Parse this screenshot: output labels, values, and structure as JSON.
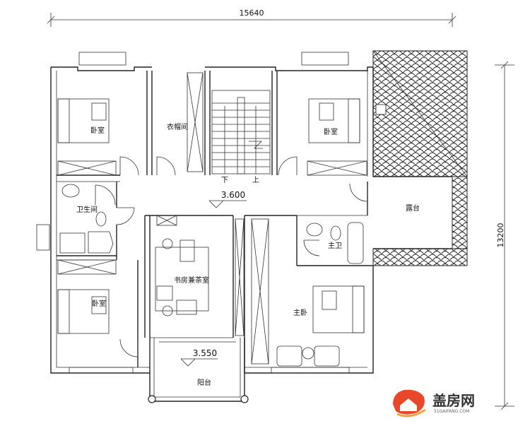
{
  "dimensions": {
    "width": "15640",
    "height": "13200"
  },
  "rooms": {
    "bedroom_nw": "卧室",
    "wardrobe": "衣帽间",
    "bedroom_ne": "卧室",
    "bathroom": "卫生间",
    "study": "书房兼茶室",
    "master_bath": "主卫",
    "terrace": "露台",
    "bedroom_sw": "卧室",
    "master_bedroom": "主卧",
    "balcony": "阳台"
  },
  "stairs": {
    "down": "下",
    "up": "上"
  },
  "elevations": {
    "hall": "3.600",
    "balcony": "3.550"
  },
  "watermark": {
    "name": "盖房网",
    "url": "51GAIFANG.COM",
    "accent": "#e8472a",
    "accent2": "#f6a23b"
  },
  "colors": {
    "line": "#222222",
    "background": "#ffffff"
  }
}
